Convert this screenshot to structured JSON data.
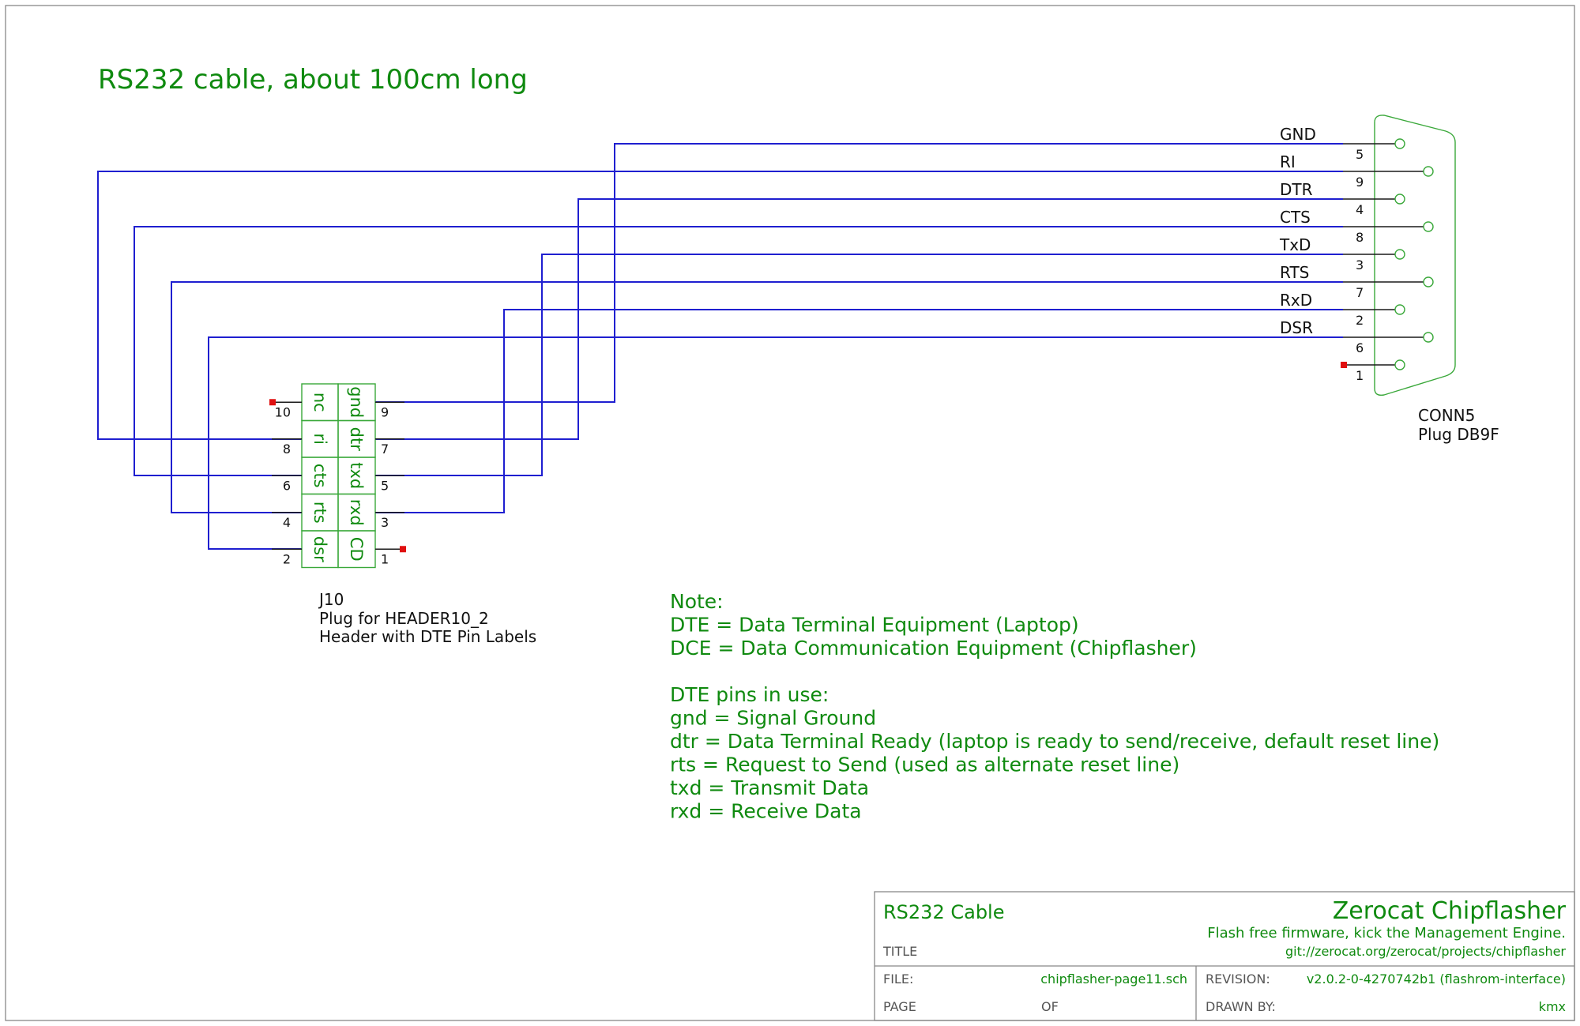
{
  "title": "RS232 cable, about 100cm long",
  "db9": {
    "ref": "CONN5",
    "value": "Plug DB9F",
    "signals": [
      {
        "name": "GND",
        "pin": "5"
      },
      {
        "name": "RI",
        "pin": "9"
      },
      {
        "name": "DTR",
        "pin": "4"
      },
      {
        "name": "CTS",
        "pin": "8"
      },
      {
        "name": "TxD",
        "pin": "3"
      },
      {
        "name": "RTS",
        "pin": "7"
      },
      {
        "name": "RxD",
        "pin": "2"
      },
      {
        "name": "DSR",
        "pin": "6"
      },
      {
        "name": "",
        "pin": "1"
      }
    ]
  },
  "header": {
    "ref": "J10",
    "value": "Plug for HEADER10_2",
    "description": "Header with DTE Pin Labels",
    "rows": [
      {
        "left_label": "nc",
        "left_pin": "10",
        "right_label": "gnd",
        "right_pin": "9"
      },
      {
        "left_label": "ri",
        "left_pin": "8",
        "right_label": "dtr",
        "right_pin": "7"
      },
      {
        "left_label": "cts",
        "left_pin": "6",
        "right_label": "txd",
        "right_pin": "5"
      },
      {
        "left_label": "rts",
        "left_pin": "4",
        "right_label": "rxd",
        "right_pin": "3"
      },
      {
        "left_label": "dsr",
        "left_pin": "2",
        "right_label": "CD",
        "right_pin": "1"
      }
    ]
  },
  "note": {
    "lines": [
      "Note:",
      "DTE = Data Terminal Equipment (Laptop)",
      "DCE = Data Communication Equipment (Chipflasher)",
      "",
      "DTE pins in use:",
      "gnd = Signal Ground",
      "dtr = Data Terminal Ready (laptop is ready to send/receive, default reset line)",
      "rts = Request to Send (used as alternate reset line)",
      "txd = Transmit Data",
      "rxd = Receive Data"
    ]
  },
  "title_block": {
    "sheet_title": "RS232 Cable",
    "title_label": "TITLE",
    "project": "Zerocat Chipflasher",
    "tagline": "Flash free firmware, kick the Management Engine.",
    "url": "git://zerocat.org/zerocat/projects/chipflasher",
    "file_label": "FILE:",
    "file": "chipflasher-page11.sch",
    "revision_label": "REVISION:",
    "revision": "v2.0.2-0-4270742b1 (flashrom-interface)",
    "page_label": "PAGE",
    "of_label": "OF",
    "drawn_by_label": "DRAWN BY:",
    "drawn_by": "kmx"
  },
  "colors": {
    "wire": "#1f1fd0",
    "text_green": "#0f8a0f",
    "symbol_green": "#3aa83a",
    "no_connect": "#e01010"
  }
}
